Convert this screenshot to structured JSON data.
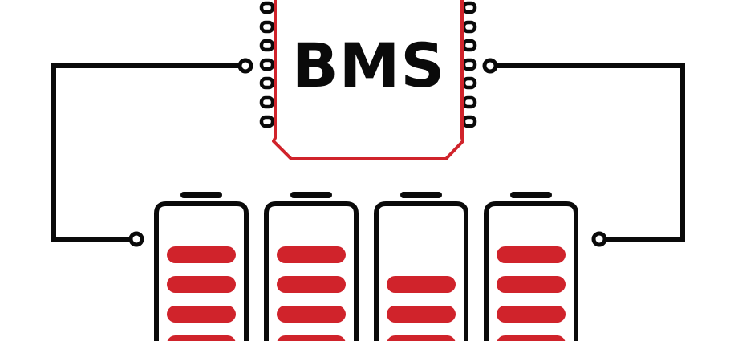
{
  "diagram": {
    "chip": {
      "label": "BMS",
      "pins_per_side": 7,
      "outline_color": "#d0232b"
    },
    "wire_color": "#0a0a0a",
    "cell_fill_color": "#d0232b",
    "batteries": [
      {
        "id": "cell-1",
        "visible_bars": 4,
        "top_bar_offset": 0
      },
      {
        "id": "cell-2",
        "visible_bars": 4,
        "top_bar_offset": 0
      },
      {
        "id": "cell-3",
        "visible_bars": 3,
        "top_bar_offset": 1
      },
      {
        "id": "cell-4",
        "visible_bars": 4,
        "top_bar_offset": 0
      }
    ],
    "terminals": [
      {
        "id": "chip-left-terminal"
      },
      {
        "id": "chip-right-terminal"
      },
      {
        "id": "pack-left-terminal"
      },
      {
        "id": "pack-right-terminal"
      }
    ]
  }
}
